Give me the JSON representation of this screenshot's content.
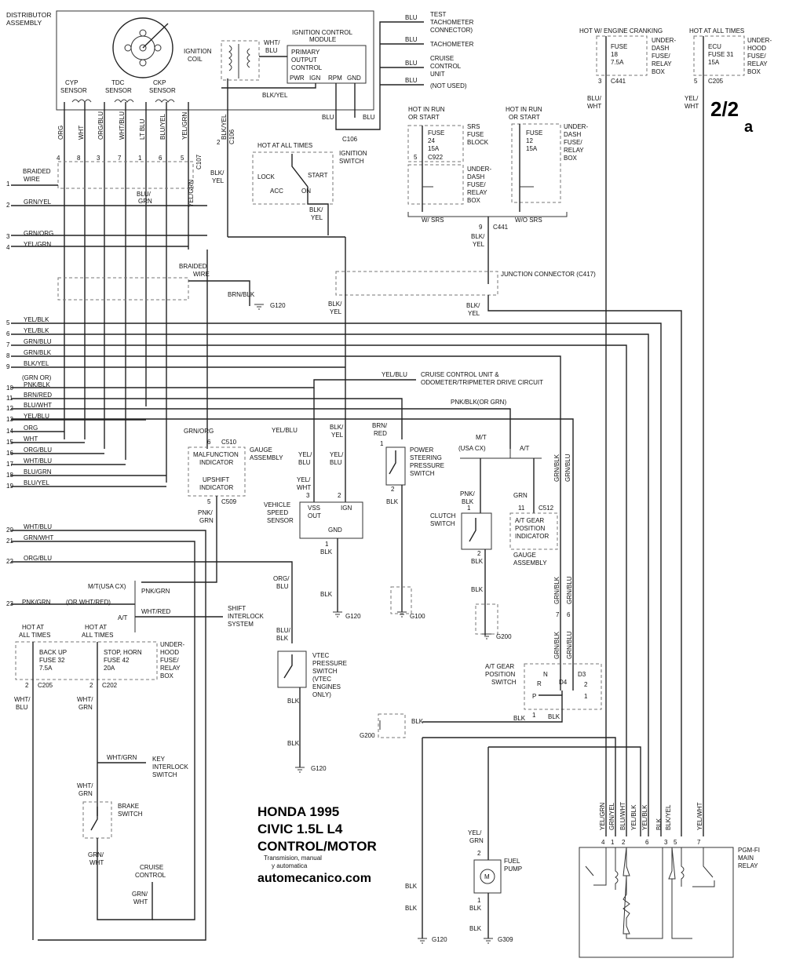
{
  "page": {
    "number": "2/2",
    "letter": "a"
  },
  "title": {
    "make": "HONDA 1995",
    "model": "CIVIC 1.5L  L4",
    "section": "CONTROL/MOTOR",
    "sub1": "Transmision, manual",
    "sub2": "y automatica",
    "site": "automecanico.com"
  },
  "distributor": {
    "title1": "DISTRIBUTOR",
    "title2": "ASSEMBLY",
    "ignition_coil1": "IGNITION",
    "ignition_coil2": "COIL",
    "icm1": "IGNITION CONTROL",
    "icm2": "MODULE",
    "primary1": "PRIMARY",
    "primary2": "OUTPUT",
    "primary3": "CONTROL",
    "pins": [
      "PWR",
      "IGN",
      "RPM",
      "GND"
    ],
    "sensors": [
      {
        "line1": "CYP",
        "line2": "SENSOR"
      },
      {
        "line1": "TDC",
        "line2": "SENSOR"
      },
      {
        "line1": "CKP",
        "line2": "SENSOR"
      }
    ]
  },
  "top_wires": [
    "ORG",
    "WHT",
    "ORG/BLU",
    "WHT/BLU",
    "LT BLU",
    "BLU/YEL",
    "YEL/GRN",
    "BLK/YEL"
  ],
  "top_pin_numbers": [
    "4",
    "8",
    "3",
    "7",
    "1",
    "6",
    "5",
    "2"
  ],
  "connectors": {
    "c107": "C107",
    "c106a": "C106",
    "c106b": "C106",
    "c441a": "C441",
    "c205a": "C205",
    "c922": "C922",
    "c441b": "C441",
    "c510": "C510",
    "c509": "C509",
    "c512": "C512",
    "c205b": "C205",
    "c202": "C202"
  },
  "wire_labels": {
    "wht_blu": "WHT/",
    "blu": "BLU",
    "blk_yel": "BLK/YEL",
    "blu1": "BLU",
    "blu2": "BLU",
    "blu_out1": "BLU",
    "blu_out2": "BLU",
    "blu_out3": "BLU",
    "blu_out4": "BLU",
    "blk_yel_sw1": "BLK/",
    "blk_yel_sw2": "YEL",
    "blk_yel_2": "BLK/",
    "yel2": "YEL",
    "blu_grn1": "BLU/",
    "blu_grn2": "GRN",
    "yel_grn_v": "YEL/GRN",
    "brn_blk": "BRN/BLK",
    "blk_yel_junc1": "BLK/",
    "blk_yel_junc2": "YEL",
    "blk_yel_c441a": "BLK/",
    "blk_yel_c441b": "YEL",
    "blk_yel_right1": "BLK/",
    "blk_yel_right2": "YEL",
    "blu_wht1": "BLU/",
    "blu_wht2": "WHT",
    "yel_wht1": "YEL/",
    "yel_wht2": "WHT"
  },
  "outputs": [
    {
      "line1": "TEST",
      "line2": "TACHOMETER",
      "line3": "CONNECTOR)"
    },
    {
      "line1": "TACHOMETER"
    },
    {
      "line1": "CRUISE",
      "line2": "CONTROL",
      "line3": "UNIT"
    },
    {
      "line1": "(NOT USED)"
    }
  ],
  "ignition_switch": {
    "hot": "HOT AT ALL TIMES",
    "title1": "IGNITION",
    "title2": "SWITCH",
    "lock": "LOCK",
    "start": "START",
    "acc": "ACC",
    "on": "ON"
  },
  "srs": {
    "hot1": "HOT IN RUN",
    "hot2": "OR START",
    "fuse1": "FUSE",
    "fuse2": "24",
    "fuse3": "15A",
    "block1": "SRS",
    "block2": "FUSE",
    "block3": "BLOCK",
    "under1": "UNDER-",
    "under2": "DASH",
    "under3": "FUSE/",
    "under4": "RELAY",
    "under5": "BOX",
    "pin": "5",
    "w_srs": "W/ SRS"
  },
  "nosrs": {
    "hot1": "HOT IN RUN",
    "hot2": "OR START",
    "fuse1": "FUSE",
    "fuse2": "12",
    "fuse3": "15A",
    "under1": "UNDER-",
    "under2": "DASH",
    "under3": "FUSE/",
    "under4": "RELAY",
    "under5": "BOX",
    "wo_srs": "W/O SRS",
    "pin": "9"
  },
  "fuse18": {
    "hot": "HOT W/ ENGINE CRANKING",
    "fuse1": "FUSE",
    "fuse2": "18",
    "fuse3": "7.5A",
    "box1": "UNDER-",
    "box2": "DASH",
    "box3": "FUSE/",
    "box4": "RELAY",
    "box5": "BOX",
    "pin": "3"
  },
  "fuse31": {
    "hot": "HOT AT ALL TIMES",
    "fuse1": "ECU",
    "fuse2": "FUSE 31",
    "fuse3": "15A",
    "box1": "UNDER-",
    "box2": "HOOD",
    "box3": "FUSE/",
    "box4": "RELAY",
    "box5": "BOX",
    "pin": "5"
  },
  "ecm_pins": [
    {
      "n": "1",
      "color": ""
    },
    {
      "n": "2",
      "color": "GRN/YEL"
    },
    {
      "n": "3",
      "color": "GRN/ORG"
    },
    {
      "n": "4",
      "color": "YEL/GRN"
    },
    {
      "n": "5",
      "color": "YEL/BLK"
    },
    {
      "n": "6",
      "color": "YEL/BLK"
    },
    {
      "n": "7",
      "color": "GRN/BLU"
    },
    {
      "n": "8",
      "color": "GRN/BLK"
    },
    {
      "n": "9",
      "color": "BLK/YEL"
    },
    {
      "n": "10",
      "color": "PNK/BLK"
    },
    {
      "n": "11",
      "color": "BRN/RED"
    },
    {
      "n": "12",
      "color": "BLU/WHT"
    },
    {
      "n": "13",
      "color": "YEL/BLU"
    },
    {
      "n": "14",
      "color": "ORG"
    },
    {
      "n": "15",
      "color": "WHT"
    },
    {
      "n": "16",
      "color": "ORG/BLU"
    },
    {
      "n": "17",
      "color": "WHT/BLU"
    },
    {
      "n": "18",
      "color": "BLU/GRN"
    },
    {
      "n": "19",
      "color": "BLU/YEL"
    },
    {
      "n": "20",
      "color": "WHT/BLU"
    },
    {
      "n": "21",
      "color": "GRN/WHT"
    },
    {
      "n": "22",
      "color": "ORG/BLU"
    },
    {
      "n": "23",
      "color": "PNK/GRN"
    }
  ],
  "pin10_alt": "(GRN OR)",
  "braided": {
    "a1": "BRAIDED",
    "a2": "WIRE",
    "b1": "BRAIDED",
    "b2": "WIRE",
    "g120": "G120"
  },
  "junction": "JUNCTION CONNECTOR (C417)",
  "cruise_unit1": "CRUISE CONTROL UNIT &",
  "cruise_unit2": "ODOMETER/TRIPMETER DRIVE CIRCUIT",
  "yel_blu_top": "YEL/BLU",
  "pnk_blk_or": "PNK/BLK(OR GRN)",
  "gauge": {
    "grn_org": "GRN/ORG",
    "pin6": "6",
    "mil1": "MALFUNCTION",
    "mil2": "INDICATOR",
    "up1": "UPSHIFT",
    "up2": "INDICATOR",
    "g1": "GAUGE",
    "g2": "ASSEMBLY",
    "pin5": "5",
    "pnk1": "PNK/",
    "pnk2": "GRN"
  },
  "vss": {
    "yel_blu": "YEL/BLU",
    "blk_yel1": "BLK/",
    "blk_yel2": "YEL",
    "yb1": "YEL/",
    "yb2": "BLU",
    "yb3": "YEL/",
    "yb4": "BLU",
    "yw1": "YEL/",
    "yw2": "WHT",
    "p3": "3",
    "p2": "2",
    "p1": "1",
    "vss": "VSS",
    "out": "OUT",
    "ign": "IGN",
    "gnd": "GND",
    "l1": "VEHICLE",
    "l2": "SPEED",
    "l3": "SENSOR",
    "blk1": "BLK",
    "blk2": "BLK",
    "g120": "G120"
  },
  "ps": {
    "brn1": "BRN/",
    "brn2": "RED",
    "p1": "1",
    "p2": "2",
    "l1": "POWER",
    "l2": "STEERING",
    "l3": "PRESSURE",
    "l4": "SWITCH",
    "blk": "BLK",
    "g100": "G100"
  },
  "clutch": {
    "mt": "M/T",
    "usa": "(USA CX)",
    "at": "A/T",
    "pnk1": "PNK/",
    "pnk2": "BLK",
    "p1": "1",
    "p2": "2",
    "l1": "CLUTCH",
    "l2": "SWITCH",
    "blk1": "BLK",
    "blk2": "BLK",
    "g200": "G200"
  },
  "atgear": {
    "grn": "GRN",
    "p11": "11",
    "l1": "A/T GEAR",
    "l2": "POSITION",
    "l3": "INDICATOR",
    "g1": "GAUGE",
    "g2": "ASSEMBLY"
  },
  "vert": {
    "grn_blk": "GRN/BLK",
    "grn_blu": "GRN/BLU",
    "grn_blk2": "GRN/BLK",
    "grn_blu2": "GRN/BLU",
    "grn_blk3": "GRN/BLK",
    "grn_blu3": "GRN/BLU",
    "p7": "7",
    "p6": "6"
  },
  "gearsw": {
    "l1": "A/T GEAR",
    "l2": "POSITION",
    "l3": "SWITCH",
    "n": "N",
    "r": "R",
    "p": "P",
    "d4": "D4",
    "d3": "D3",
    "two": "2",
    "one": "1",
    "pin1": "1",
    "blk1": "BLK",
    "blk2": "BLK",
    "blk3": "BLK",
    "g200": "G200"
  },
  "shift": {
    "mt": "M/T(USA CX)",
    "pnk_grn": "PNK/GRN",
    "or": "(OR WHT/RED)",
    "at": "A/T",
    "wht_red": "WHT/RED",
    "l1": "SHIFT",
    "l2": "INTERLOCK",
    "l3": "SYSTEM",
    "pnk_grn_top": "PNK/GRN"
  },
  "vtec": {
    "org1": "ORG/",
    "org2": "BLU",
    "blu1": "BLU/",
    "blu2": "BLK",
    "l1": "VTEC",
    "l2": "PRESSURE",
    "l3": "SWITCH",
    "l4": "(VTEC",
    "l5": "ENGINES",
    "l6": "ONLY)",
    "blk1": "BLK",
    "blk2": "BLK",
    "g120": "G120"
  },
  "backup": {
    "hot1": "HOT AT",
    "hot2": "ALL TIMES",
    "f1": "BACK UP",
    "f2": "FUSE 32",
    "f3": "7.5A",
    "pin": "2",
    "w1": "WHT/",
    "w2": "BLU"
  },
  "stop": {
    "hot1": "HOT AT",
    "hot2": "ALL TIMES",
    "f1": "STOP, HORN",
    "f2": "FUSE 42",
    "f3": "20A",
    "box1": "UNDER-",
    "box2": "HOOD",
    "box3": "FUSE/",
    "box4": "RELAY",
    "box5": "BOX",
    "pin": "2",
    "w1": "WHT/",
    "w2": "GRN",
    "wg": "WHT/GRN",
    "k1": "KEY",
    "k2": "INTERLOCK",
    "k3": "SWITCH",
    "w3": "WHT/",
    "w4": "GRN",
    "b1": "BRAKE",
    "b2": "SWITCH",
    "gw1": "GRN/",
    "gw2": "WHT",
    "c1": "CRUISE",
    "c2": "CONTROL",
    "gw3": "GRN/",
    "gw4": "WHT"
  },
  "pump": {
    "y1": "YEL/",
    "y2": "GRN",
    "p2": "2",
    "p1": "1",
    "l1": "FUEL",
    "l2": "PUMP",
    "m": "M",
    "blk1": "BLK",
    "blk2": "BLK",
    "g309": "G309",
    "blk3": "BLK",
    "blk4": "BLK",
    "g120": "G120"
  },
  "relay": {
    "l1": "PGM-FI",
    "l2": "MAIN",
    "l3": "RELAY",
    "wires": [
      "YEL/GRN",
      "GRN/YEL",
      "BLU/WHT",
      "YEL/BLK",
      "YEL/BLK",
      "BLK",
      "BLK/YEL",
      "YEL/WHT"
    ],
    "pins": [
      "4",
      "1",
      "2",
      "6",
      "3",
      "5",
      "7"
    ]
  }
}
